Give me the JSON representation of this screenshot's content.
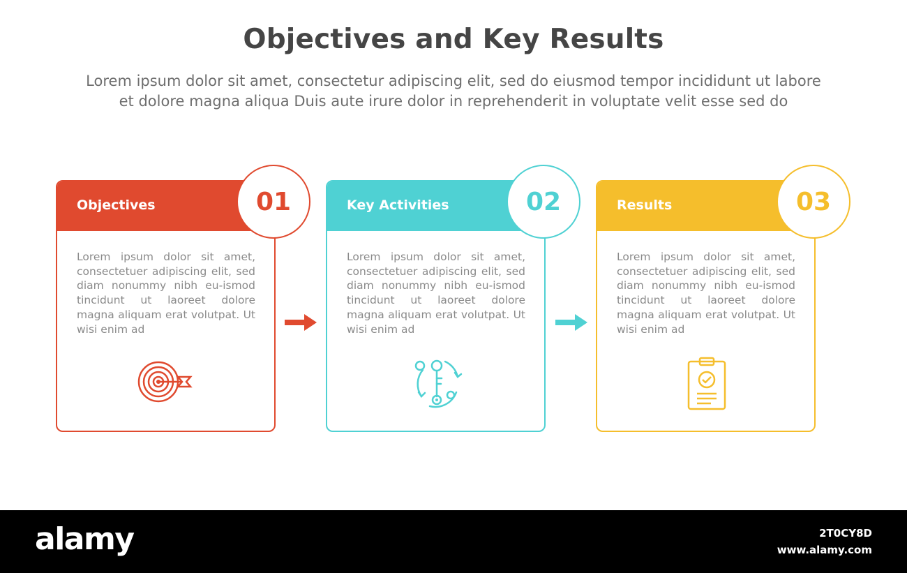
{
  "title": "Objectives and Key Results",
  "subtitle_line1": "Lorem ipsum dolor sit amet, consectetur adipiscing elit, sed do eiusmod tempor incididunt ut labore",
  "subtitle_line2": "et dolore magna aliqua Duis aute irure dolor in reprehenderit in voluptate velit esse sed do",
  "colors": {
    "step1": "#e04a2f",
    "step2": "#4fd1d3",
    "step3": "#f5be2c"
  },
  "steps": [
    {
      "label": "Objectives",
      "number": "01",
      "text": "Lorem ipsum dolor sit amet, consectetuer adipiscing elit, sed diam nonummy nibh eu-ismod tincidunt ut laoreet dolore magna aliquam erat volutpat. Ut wisi enim ad",
      "icon": "target-icon"
    },
    {
      "label": "Key Activities",
      "number": "02",
      "text": "Lorem ipsum dolor sit amet, consectetuer adipiscing elit, sed diam nonummy nibh eu-ismod tincidunt ut laoreet dolore magna aliquam erat volutpat. Ut wisi enim ad",
      "icon": "key-cycle-icon"
    },
    {
      "label": "Results",
      "number": "03",
      "text": "Lorem ipsum dolor sit amet, consectetuer adipiscing elit, sed diam nonummy nibh eu-ismod tincidunt ut laoreet dolore magna aliquam erat volutpat. Ut wisi enim ad",
      "icon": "clipboard-check-icon"
    }
  ],
  "footer": {
    "logo": "alamy",
    "image_code": "2T0CY8D",
    "url": "www.alamy.com"
  }
}
